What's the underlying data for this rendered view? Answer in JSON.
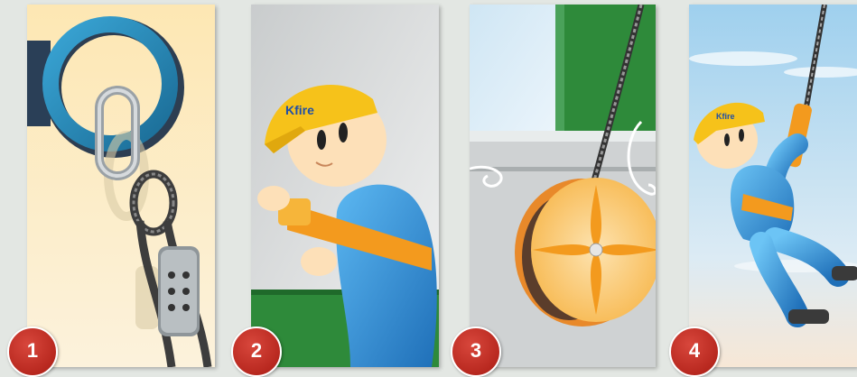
{
  "steps": [
    {
      "number": "1"
    },
    {
      "number": "2"
    },
    {
      "number": "3"
    },
    {
      "number": "4"
    }
  ],
  "helmet_logo": "Kfire",
  "colors": {
    "badge_red": "#c0302a",
    "helmet_yellow": "#f6c21a",
    "suit_blue": "#2f8fd8",
    "harness_orange": "#f39a1e",
    "ring_blue": "#2b8fbf",
    "wall_green": "#2e8a3a"
  }
}
